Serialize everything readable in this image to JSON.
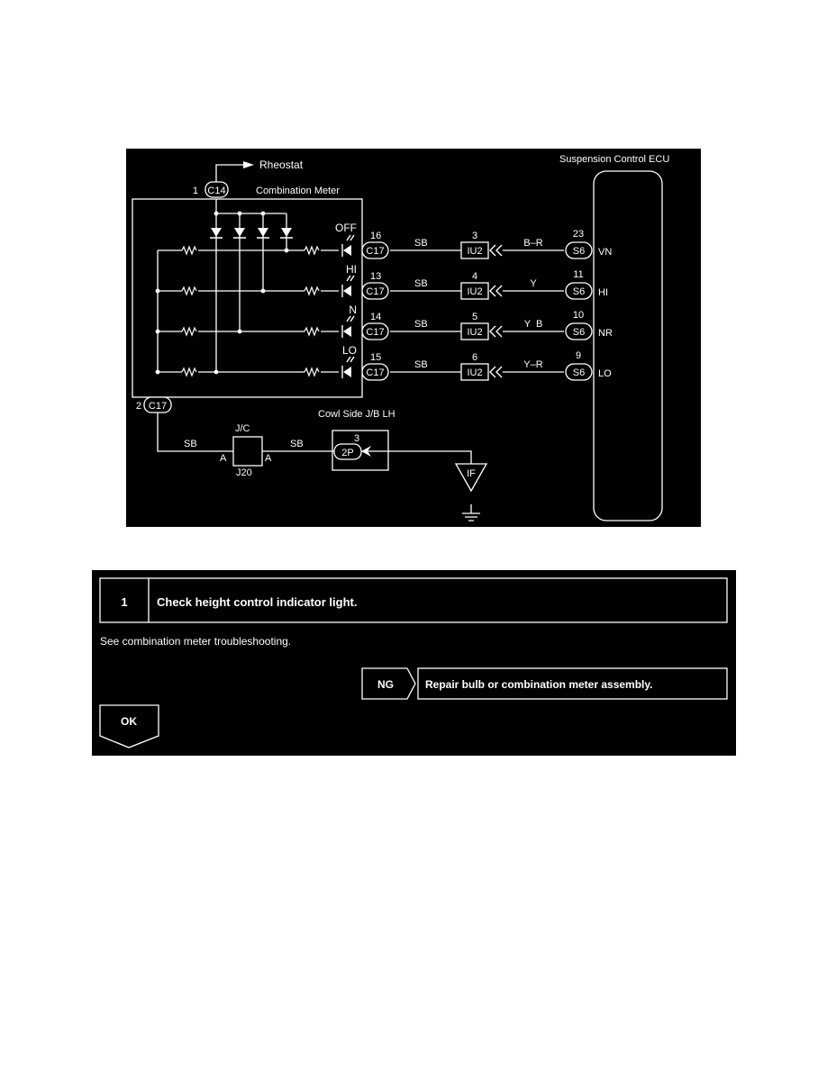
{
  "diagram": {
    "rheostat": "Rheostat",
    "ecu_title": "Suspension Control ECU",
    "meter_title": "Combination Meter",
    "c14_pin": "1",
    "c14": "C14",
    "ground_pin": "2",
    "c17": "C17",
    "iu2": "IU2",
    "s6": "S6",
    "wire_sb": "SB",
    "rows": [
      {
        "label": "OFF",
        "c17_pin": "16",
        "iu2_pin": "3",
        "wire": "B–R",
        "s6_pin": "23",
        "ecu_terminal": "VN"
      },
      {
        "label": "HI",
        "c17_pin": "13",
        "iu2_pin": "4",
        "wire": "Y",
        "s6_pin": "11",
        "ecu_terminal": "HI"
      },
      {
        "label": "N",
        "c17_pin": "14",
        "iu2_pin": "5",
        "wire": "Y  B",
        "s6_pin": "10",
        "ecu_terminal": "NR"
      },
      {
        "label": "LO",
        "c17_pin": "15",
        "iu2_pin": "6",
        "wire": "Y–R",
        "s6_pin": "9",
        "ecu_terminal": "LO"
      }
    ],
    "jc": "J/C",
    "jc_pin_a1": "A",
    "jc_pin_a2": "A",
    "j20": "J20",
    "cowl_title": "Cowl Side J/B LH",
    "cowl_pin": "3",
    "cowl_connector": "2P",
    "ground": "IF"
  },
  "step": {
    "number": "1",
    "title": "Check height control indicator light.",
    "instruction": "See combination meter troubleshooting.",
    "ng_label": "NG",
    "ng_action": "Repair bulb or combination meter assembly.",
    "ok_label": "OK"
  }
}
